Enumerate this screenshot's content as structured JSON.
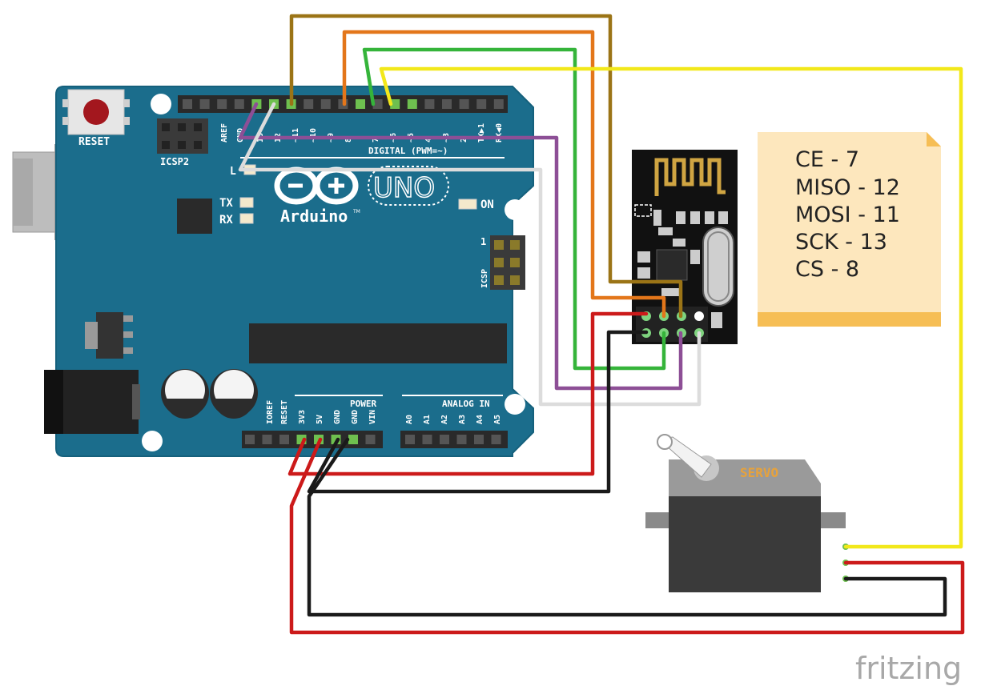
{
  "board": {
    "reset_label": "RESET",
    "icsp2_label": "ICSP2",
    "icsp_label": "ICSP",
    "icsp_pin1": "1",
    "aref_label": "AREF",
    "gnd_label": "GND",
    "digital_pins": [
      "13",
      "12",
      "~11",
      "~10",
      "~9",
      "8",
      "7",
      "~6",
      "~5",
      "4",
      "~3",
      "2",
      "TX▶1",
      "RX◀0"
    ],
    "digital_label": "DIGITAL (PWM=~)",
    "l_label": "L",
    "tx_label": "TX",
    "rx_label": "RX",
    "on_label": "ON",
    "uno_label": "UNO",
    "arduino_label": "Arduino",
    "tm_label": "TM",
    "power_label": "POWER",
    "analog_label": "ANALOG IN",
    "power_pins": [
      "IOREF",
      "RESET",
      "3V3",
      "5V",
      "GND",
      "GND",
      "VIN"
    ],
    "analog_pins": [
      "A0",
      "A1",
      "A2",
      "A3",
      "A4",
      "A5"
    ],
    "colors": {
      "board": "#1b6d8c",
      "board_edge": "#15607c",
      "header": "#2a2a2a",
      "silk": "#ffffff"
    }
  },
  "servo": {
    "label": "SERVO",
    "colors": {
      "body": "#3a3a3a",
      "top": "#9a9a9a",
      "label": "#e8a23a"
    }
  },
  "note": {
    "lines": [
      "CE - 7",
      "MISO - 12",
      "MOSI - 11",
      "SCK - 13",
      "CS - 8"
    ],
    "colors": {
      "paper": "#fde7bd",
      "fold": "#f6be55"
    }
  },
  "wires": {
    "colors": {
      "brown": "#9b7416",
      "orange": "#e3761a",
      "green": "#35b43a",
      "yellow": "#f2e81a",
      "purple": "#8d4f96",
      "white": "#dcdcdc",
      "red": "#cc1a1a",
      "black": "#1a1a1a"
    }
  },
  "watermark": "fritzing"
}
